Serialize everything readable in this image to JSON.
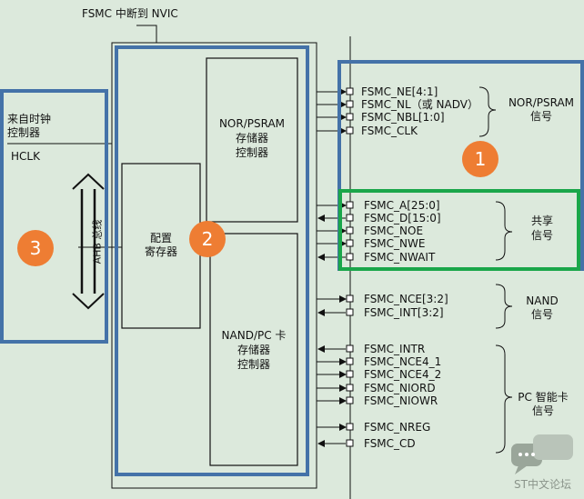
{
  "top_label": "FSMC 中断到 NVIC",
  "left_block": {
    "title_line1": "来自时钟",
    "title_line2": "控制器",
    "hclk": "HCLK"
  },
  "ahb_bus": "AHB 总线",
  "config_regs": {
    "line1": "配置",
    "line2": "寄存器"
  },
  "nor_ctrl": {
    "line1": "NOR/PSRAM",
    "line2": "存储器",
    "line3": "控制器"
  },
  "nand_ctrl": {
    "line1": "NAND/PC 卡",
    "line2": "存储器",
    "line3": "控制器"
  },
  "badges": [
    "1",
    "2",
    "3"
  ],
  "signals": {
    "nor": [
      "FSMC_NE[4:1]",
      "FSMC_NL（或 NADV）",
      "FSMC_NBL[1:0]",
      "FSMC_CLK"
    ],
    "shared": [
      "FSMC_A[25:0]",
      "FSMC_D[15:0]",
      "FSMC_NOE",
      "FSMC_NWE",
      "FSMC_NWAIT"
    ],
    "nand": [
      "FSMC_NCE[3:2]",
      "FSMC_INT[3:2]"
    ],
    "pc": [
      "FSMC_INTR",
      "FSMC_NCE4_1",
      "FSMC_NCE4_2",
      "FSMC_NIORD",
      "FSMC_NIOWR",
      "FSMC_NREG",
      "FSMC_CD"
    ]
  },
  "groups": {
    "nor": {
      "line1": "NOR/PSRAM",
      "line2": "信号"
    },
    "shared": {
      "line1": "共享",
      "line2": "信号"
    },
    "nand": {
      "line1": "NAND",
      "line2": "信号"
    },
    "pc": {
      "line1": "PC 智能卡",
      "line2": "信号"
    }
  },
  "watermark": "ST中文论坛",
  "colors": {
    "background": "#dce9dc",
    "highlight_blue": "#4472a8",
    "highlight_green": "#1aa64a",
    "badge_orange": "#ee7d33"
  }
}
